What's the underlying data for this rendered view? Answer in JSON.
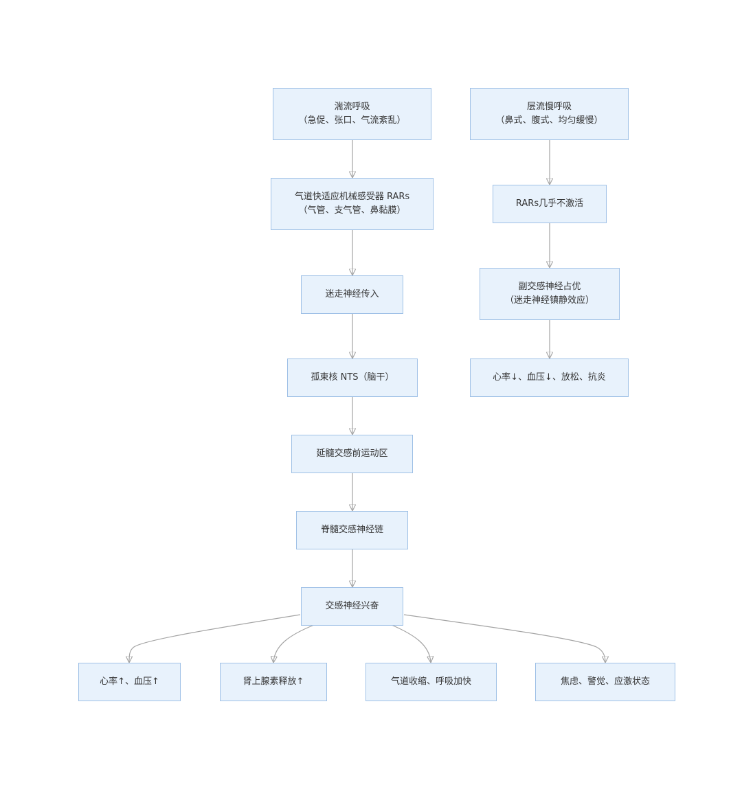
{
  "colors": {
    "node_fill": "#e8f2fc",
    "node_border": "#9ec0e6",
    "edge": "#a3a3a3",
    "text": "#333333"
  },
  "nodes": {
    "turbulent": {
      "line1": "湍流呼吸",
      "line2": "（急促、张口、气流紊乱）"
    },
    "rars": {
      "line1": "气道快适应机械感受器 RARs",
      "line2": "（气管、支气管、鼻黏膜）"
    },
    "vagus": {
      "line1": "迷走神经传入"
    },
    "nts": {
      "line1": "孤束核 NTS（脑干）"
    },
    "medulla": {
      "line1": "延髓交感前运动区"
    },
    "spinal": {
      "line1": "脊髓交感神经链"
    },
    "sympathetic": {
      "line1": "交感神经兴奋"
    },
    "hr_bp_up": {
      "line1": "心率↑、血压↑"
    },
    "adrenaline": {
      "line1": "肾上腺素释放↑"
    },
    "airway": {
      "line1": "气道收缩、呼吸加快"
    },
    "anxiety": {
      "line1": "焦虑、警觉、应激状态"
    },
    "laminar": {
      "line1": "层流慢呼吸",
      "line2": "（鼻式、腹式、均匀缓慢）"
    },
    "rars_inactive": {
      "line1": "RARs几乎不激活"
    },
    "parasympathetic": {
      "line1": "副交感神经占优",
      "line2": "（迷走神经镇静效应）"
    },
    "hr_bp_down": {
      "line1": "心率↓、血压↓、放松、抗炎"
    }
  }
}
